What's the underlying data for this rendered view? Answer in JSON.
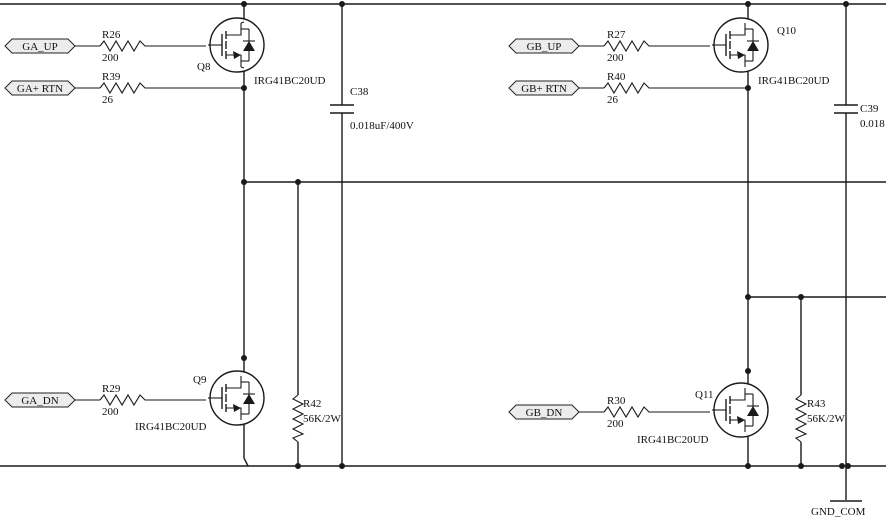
{
  "colors": {
    "wire": "#1a1a1a",
    "background": "#ffffff",
    "port_fill": "#ececec"
  },
  "ports": {
    "ga_up": "GA_UP",
    "ga_rtn": "GA+ RTN",
    "ga_dn": "GA_DN",
    "gb_up": "GB_UP",
    "gb_rtn": "GB+ RTN",
    "gb_dn": "GB_DN"
  },
  "resistors": {
    "r26": {
      "ref": "R26",
      "value": "200"
    },
    "r39": {
      "ref": "R39",
      "value": "26"
    },
    "r29": {
      "ref": "R29",
      "value": "200"
    },
    "r27": {
      "ref": "R27",
      "value": "200"
    },
    "r40": {
      "ref": "R40",
      "value": "26"
    },
    "r30": {
      "ref": "R30",
      "value": "200"
    },
    "r42": {
      "ref": "R42",
      "value": "56K/2W"
    },
    "r43": {
      "ref": "R43",
      "value": "56K/2W"
    }
  },
  "transistors": {
    "q8": {
      "ref": "Q8",
      "part": "IRG41BC20UD"
    },
    "q9": {
      "ref": "Q9",
      "part": "IRG41BC20UD"
    },
    "q10": {
      "ref": "Q10",
      "part": "IRG41BC20UD"
    },
    "q11": {
      "ref": "Q11",
      "part": "IRG41BC20UD"
    }
  },
  "capacitors": {
    "c38": {
      "ref": "C38",
      "value": "0.018uF/400V"
    },
    "c39": {
      "ref": "C39",
      "value": "0.018"
    }
  },
  "ground": {
    "label": "GND_COM"
  }
}
